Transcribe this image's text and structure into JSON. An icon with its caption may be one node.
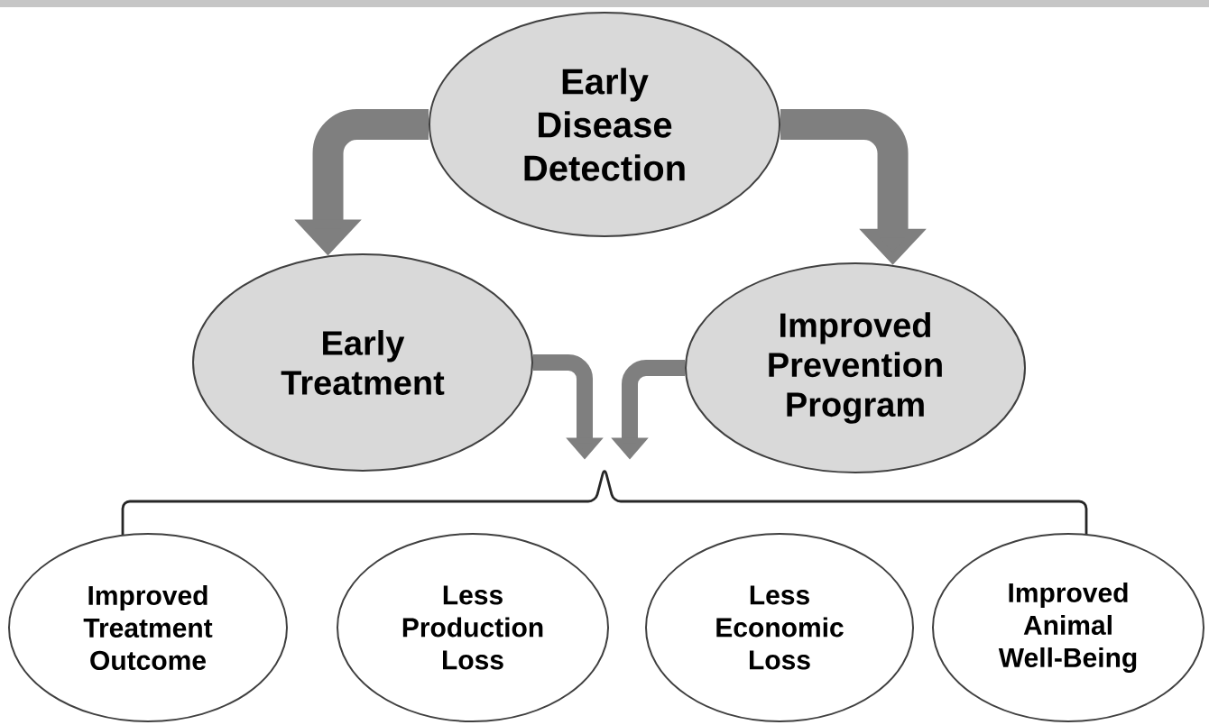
{
  "diagram": {
    "nodes": [
      {
        "text": [
          "Early Disease Detection"
        ]
      },
      {
        "text": [
          "Early Treatment"
        ]
      },
      {
        "text": [
          "Improved Prevention Program"
        ]
      },
      {
        "text": [],
        "shape": "bracket"
      },
      {
        "text": [
          "Improved Treatment Outcome"
        ]
      },
      {
        "text": [
          "Less Production Loss"
        ]
      },
      {
        "text": [
          "Less Economic Loss"
        ]
      },
      {
        "text": [
          "Improved Animal Well-Being"
        ]
      }
    ],
    "edges": [
      {
        "from": 0,
        "to": 1,
        "arrow": "to",
        "style": "thick"
      },
      {
        "from": 0,
        "to": 2,
        "arrow": "to",
        "style": "thick"
      },
      {
        "from": 1,
        "to": 3,
        "arrow": "to"
      },
      {
        "from": 2,
        "to": 3,
        "arrow": "to"
      }
    ]
  }
}
